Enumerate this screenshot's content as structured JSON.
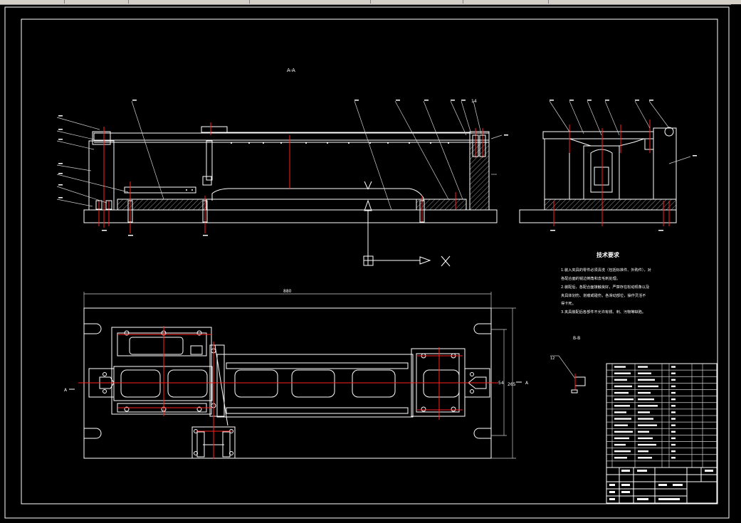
{
  "drawing": {
    "section_a_label": "A-A",
    "section_b_label": "B-B",
    "axis_x_label": "X",
    "axis_y_label": "Y",
    "tech_title": "技术要求",
    "tech_lines": [
      "1.装入夹具的零件必须清洗（包括标准件、外购件），对",
      "各配合面的锐边倒角和去毛刺处理。",
      "2.装配后，各配合面接触良好，严禁存在松动现象以及",
      "夹具体划伤、划痕或碰伤，各滑动部位，操作灵活不",
      "得卡死。",
      "3.夹具装配后各部件不允许有锈、刺、污物等缺陷。"
    ],
    "dim_overall": "880",
    "dim_height": "265",
    "dim_side": "54",
    "view_marker_left": "A",
    "view_marker_right": "A",
    "balloon_12": "12",
    "balloon_14": "14"
  },
  "colors": {
    "background": "#000000",
    "line": "#ffffff",
    "centerline": "#ff2020",
    "ui_bar": "#d4d0c8"
  }
}
